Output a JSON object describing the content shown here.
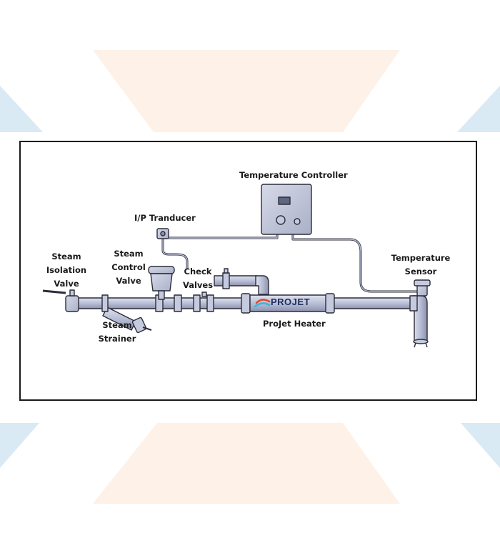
{
  "labels": {
    "temperature_controller": "Temperature Controller",
    "ip_transducer": "I/P Tranducer",
    "steam_isolation_valve": [
      "Steam",
      "Isolation",
      "Valve"
    ],
    "steam_control_valve": [
      "Steam",
      "Control",
      "Valve"
    ],
    "check_valves": [
      "Check",
      "Valves"
    ],
    "temperature_sensor": [
      "Temperature",
      "Sensor"
    ],
    "steam_strainer": [
      "Steam",
      "Strainer"
    ],
    "projet_heater": "ProJet Heater"
  },
  "brand_text": "PROJET",
  "colors": {
    "pipe": "#b9bfd6",
    "pipe_outline": "#2b2d3a",
    "accent_blue": "#d6e8f3",
    "accent_peach": "#fdeee3",
    "brand_blue": "#1e2e63",
    "brand_red": "#e3492b",
    "brand_cyan": "#38b6e0"
  },
  "icons": {
    "controller_display": "lcd-display-icon",
    "controller_dial": "dial-icon"
  }
}
